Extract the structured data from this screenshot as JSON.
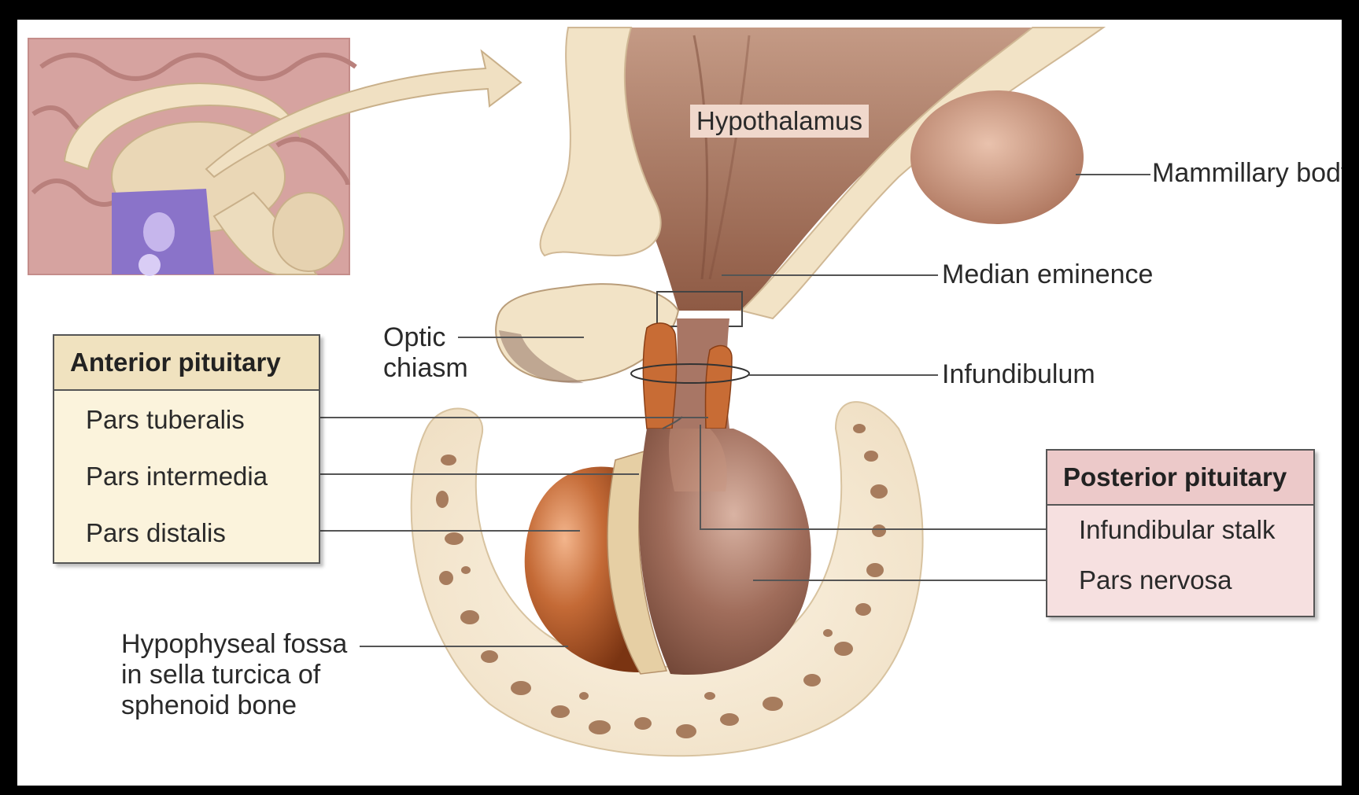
{
  "labels": {
    "hypothalamus": "Hypothalamus",
    "mammillary_body": "Mammillary body",
    "median_eminence": "Median eminence",
    "optic_chiasm": "Optic chiasm",
    "infundibulum": "Infundibulum",
    "hypophyseal_fossa": "Hypophyseal fossa in sella turcica of sphenoid bone"
  },
  "anterior_box": {
    "title": "Anterior pituitary",
    "items": [
      "Pars tuberalis",
      "Pars intermedia",
      "Pars distalis"
    ]
  },
  "posterior_box": {
    "title": "Posterior pituitary",
    "items": [
      "Infundibular stalk",
      "Pars nervosa"
    ]
  },
  "colors": {
    "frame": "#000000",
    "background": "#ffffff",
    "anterior_box_fill": "#fbf3dc",
    "anterior_box_head": "#f0e2bf",
    "posterior_box_fill": "#f6e0e0",
    "posterior_box_head": "#ecc9c9",
    "hypothalamus": "#9b6a55",
    "anterior_lobe": "#b85d2c",
    "posterior_lobe": "#a27160",
    "bone": "#f3e7d2",
    "bone_spots": "#9a6a4a",
    "brain_inset": "#d5a4a0",
    "pituitary_inset": "#8a72c8"
  }
}
